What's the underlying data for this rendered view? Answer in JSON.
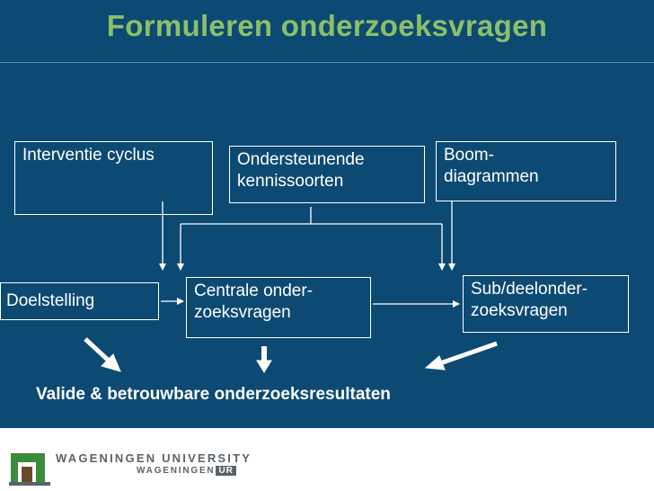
{
  "title": "Formuleren onderzoeksvragen",
  "boxes": {
    "interventie": "Interventie cyclus",
    "ondersteunende_1": "Ondersteunende",
    "ondersteunende_2": "kennissoorten",
    "boom_1": "Boom-",
    "boom_2": "diagrammen",
    "doelstelling": "Doelstelling",
    "centrale_1": "Centrale onder-",
    "centrale_2": "zoeksvragen",
    "sub_1": "Sub/deelonder-",
    "sub_2": "zoeksvragen"
  },
  "result": "Valide & betrouwbare onderzoeksresultaten",
  "logo": {
    "name": "WAGENINGEN UNIVERSITY",
    "ur_prefix": "WAGENINGEN",
    "ur_tag": "UR"
  },
  "colors": {
    "background": "#0d4a73",
    "title": "#8bbf6a",
    "boxes": "#ffffff"
  }
}
